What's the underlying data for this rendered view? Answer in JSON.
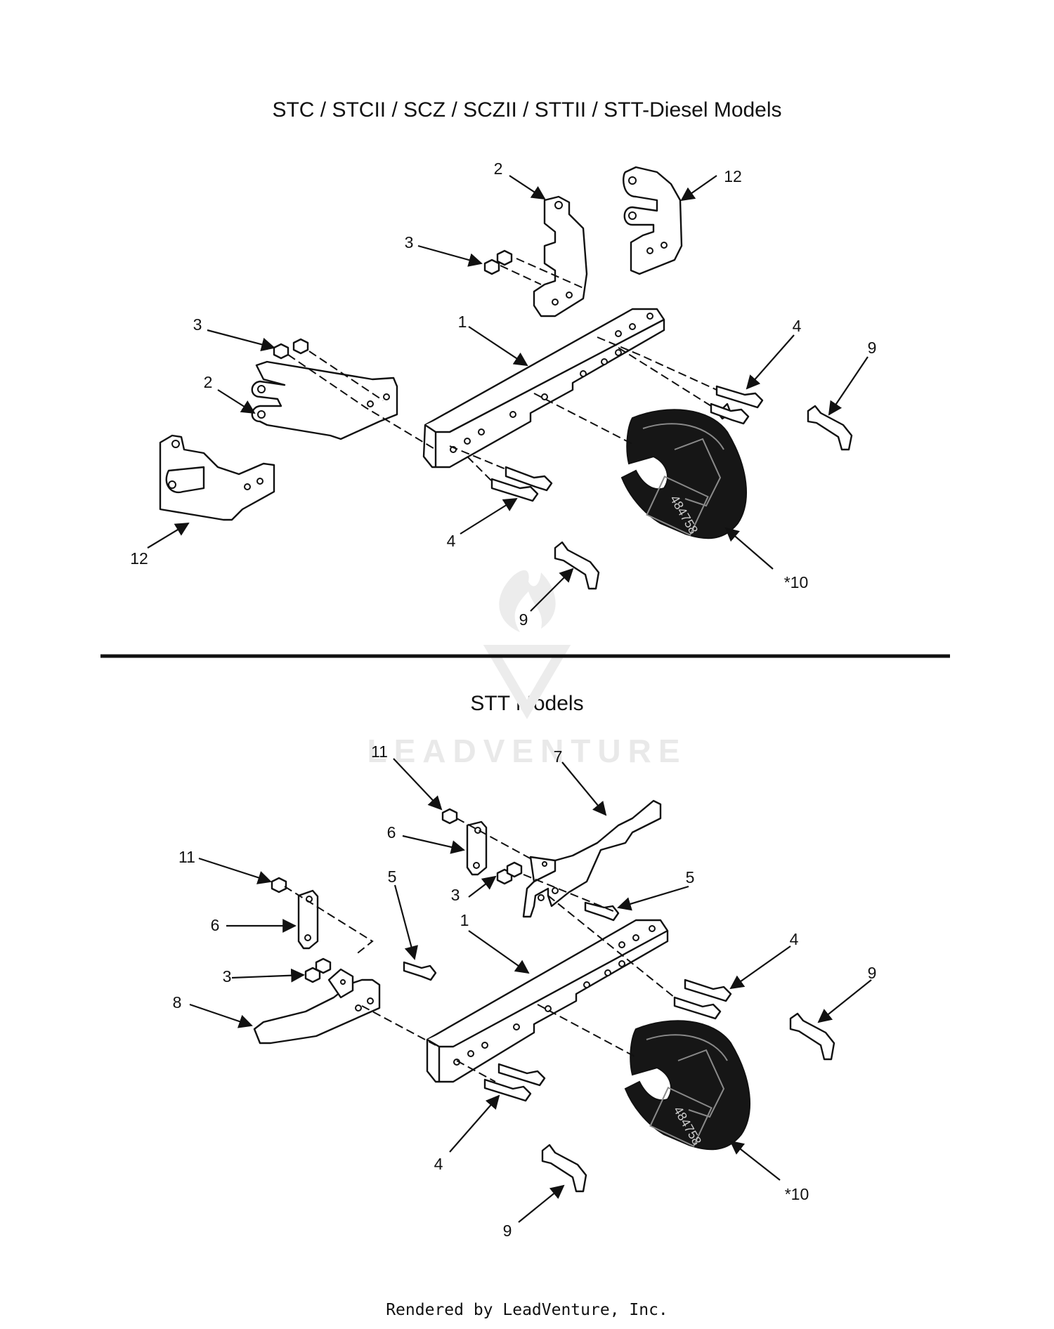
{
  "sections": [
    {
      "title": "STC / STCII / SCZ / SCZII / STTII / STT-Diesel Models",
      "callouts": [
        "1",
        "2",
        "2",
        "3",
        "3",
        "4",
        "4",
        "9",
        "9",
        "*10",
        "12",
        "12"
      ]
    },
    {
      "title": "STT Models",
      "callouts": [
        "1",
        "3",
        "3",
        "4",
        "4",
        "5",
        "5",
        "6",
        "6",
        "7",
        "8",
        "9",
        "9",
        "*10",
        "11",
        "11"
      ]
    }
  ],
  "weight_stamp": "484758",
  "watermark": "LEADVENTURE",
  "footer": "Rendered by LeadVenture, Inc."
}
